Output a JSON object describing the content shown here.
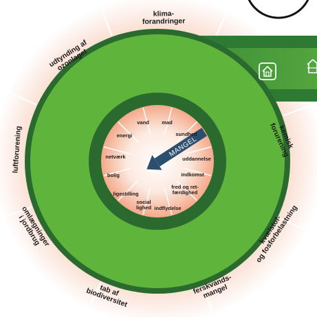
{
  "outer_labels": [
    {
      "lines": [
        "klima-",
        "forandringer"
      ]
    },
    {
      "lines": [
        "kemisk",
        "forurening"
      ]
    },
    {
      "lines": [
        "kvælstof-",
        "og fosforbelastning"
      ]
    },
    {
      "lines": [
        "ferskvands-",
        "mangel"
      ]
    },
    {
      "lines": [
        "tab af",
        "biodiversitet"
      ]
    },
    {
      "lines": [
        "omlægninger",
        "i jordbrug"
      ]
    },
    {
      "lines": [
        "luftforurening"
      ]
    },
    {
      "lines": [
        "udtynding af",
        "ozonlaget"
      ]
    }
  ],
  "inner_labels": [
    {
      "lines": [
        "vand"
      ]
    },
    {
      "lines": [
        "mad"
      ]
    },
    {
      "lines": [
        "sundhed"
      ]
    },
    {
      "lines": [
        "uddannelse"
      ]
    },
    {
      "lines": [
        "indkomst"
      ]
    },
    {
      "lines": [
        "fred og ret-",
        "færdighed"
      ]
    },
    {
      "lines": [
        "indflydelse"
      ]
    },
    {
      "lines": [
        "social",
        "lighed"
      ]
    },
    {
      "lines": [
        "ligestilling"
      ]
    },
    {
      "lines": [
        "bolig"
      ]
    },
    {
      "lines": [
        "netværk"
      ]
    },
    {
      "lines": [
        "energi"
      ]
    }
  ],
  "arrow_label": "MANGEL",
  "icons": [
    "house-icon",
    "building-icon"
  ],
  "colors": {
    "ring_dark": "#2a6a2f",
    "ring_light": "#5fb53b",
    "band": "#4a9a3c",
    "arrow": "#2d4f6e",
    "overshoot": "#e9744a",
    "text": "#1b1b1b",
    "divider": "#ffffff"
  }
}
